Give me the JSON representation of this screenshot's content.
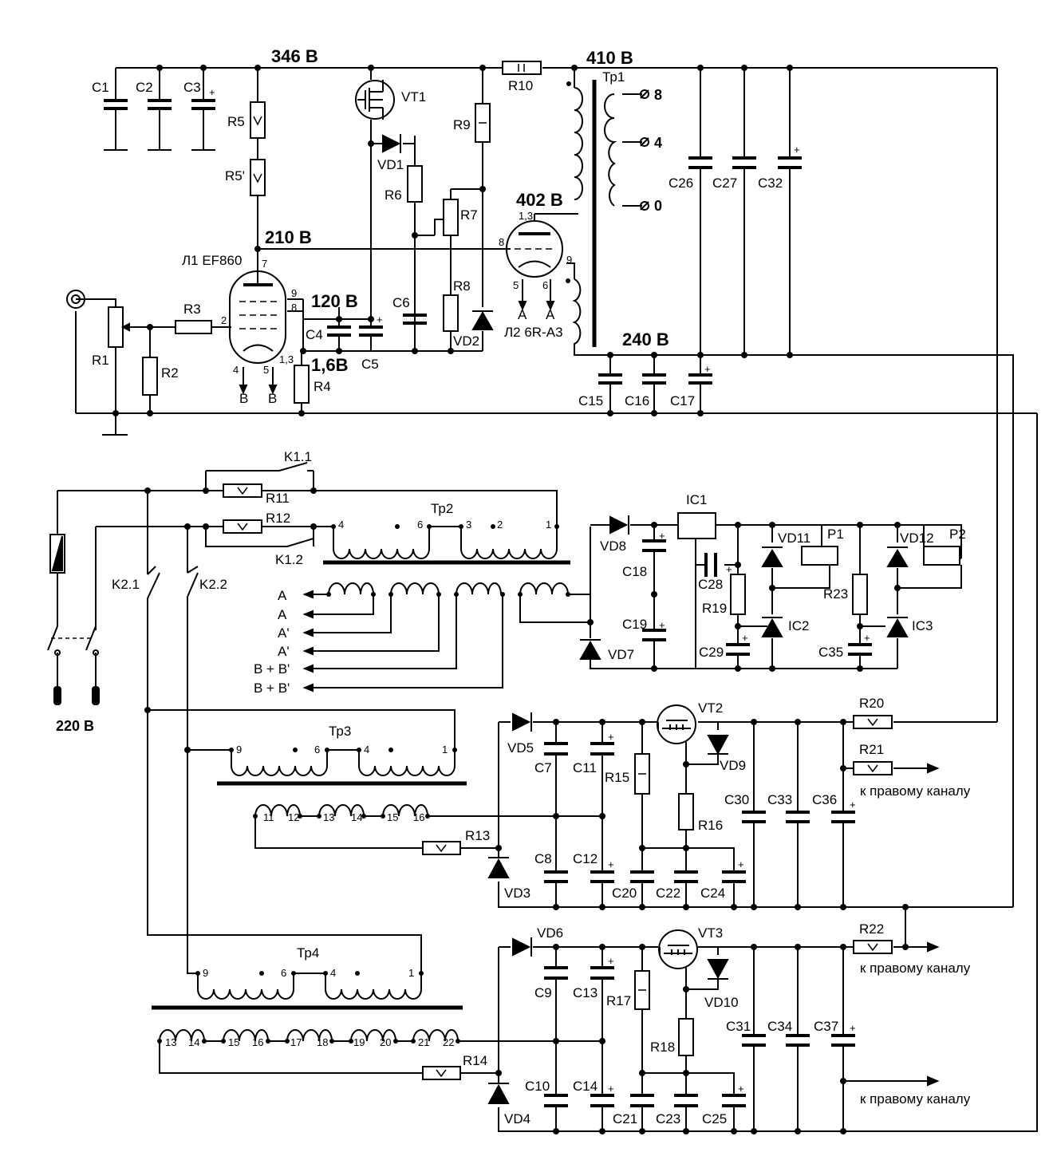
{
  "voltages": {
    "v346": "346 В",
    "v410": "410 В",
    "v210": "210 В",
    "v402": "402 В",
    "v120": "120 В",
    "v240": "240 В",
    "v1_6": "1,6В",
    "v220": "220 В"
  },
  "tubes": {
    "l1": "Л1 EF860",
    "l2": "Л2 6R-A3"
  },
  "transformers": {
    "tr1": "Тр1",
    "tr2": "Тр2",
    "tr3": "Тр3",
    "tr4": "Тр4"
  },
  "ic": {
    "ic1": "IC1",
    "ic2": "IC2",
    "ic3": "IC3"
  },
  "relays": {
    "p1": "P1",
    "p2": "P2",
    "k11": "K1.1",
    "k12": "K1.2",
    "k21": "K2.1",
    "k22": "K2.2"
  },
  "transistors": {
    "vt1": "VT1",
    "vt2": "VT2",
    "vt3": "VT3"
  },
  "resistors": {
    "r1": "R1",
    "r2": "R2",
    "r3": "R3",
    "r4": "R4",
    "r5": "R5",
    "r5p": "R5'",
    "r6": "R6",
    "r7": "R7",
    "r8": "R8",
    "r9": "R9",
    "r10": "R10",
    "r11": "R11",
    "r12": "R12",
    "r13": "R13",
    "r14": "R14",
    "r15": "R15",
    "r16": "R16",
    "r17": "R17",
    "r18": "R18",
    "r19": "R19",
    "r20": "R20",
    "r21": "R21",
    "r22": "R22",
    "r23": "R23"
  },
  "capacitors": {
    "c1": "C1",
    "c2": "C2",
    "c3": "C3",
    "c4": "C4",
    "c5": "C5",
    "c6": "C6",
    "c7": "C7",
    "c8": "C8",
    "c9": "C9",
    "c10": "C10",
    "c11": "C11",
    "c12": "C12",
    "c13": "C13",
    "c14": "C14",
    "c15": "C15",
    "c16": "C16",
    "c17": "C17",
    "c18": "C18",
    "c19": "C19",
    "c20": "C20",
    "c21": "C21",
    "c22": "C22",
    "c23": "C23",
    "c24": "C24",
    "c25": "C25",
    "c26": "C26",
    "c27": "C27",
    "c28": "C28",
    "c29": "C29",
    "c30": "C30",
    "c31": "C31",
    "c32": "C32",
    "c33": "C33",
    "c34": "C34",
    "c35": "C35",
    "c36": "C36",
    "c37": "C37"
  },
  "diodes": {
    "vd1": "VD1",
    "vd2": "VD2",
    "vd3": "VD3",
    "vd4": "VD4",
    "vd5": "VD5",
    "vd6": "VD6",
    "vd7": "VD7",
    "vd8": "VD8",
    "vd9": "VD9",
    "vd10": "VD10",
    "vd11": "VD11",
    "vd12": "VD12"
  },
  "pins": {
    "p1": "1",
    "p2": "2",
    "p3": "3",
    "p4": "4",
    "p5": "5",
    "p6": "6",
    "p7": "7",
    "p8": "8",
    "p9": "9",
    "p11": "11",
    "p12": "12",
    "p13": "13",
    "p14": "14",
    "p15": "15",
    "p16": "16",
    "p17": "17",
    "p18": "18",
    "p19": "19",
    "p20": "20",
    "p21": "21",
    "p22": "22",
    "p13pin": "1,3",
    "p0": "0"
  },
  "heater_labels": {
    "a": "A",
    "ap": "A'",
    "b": "B",
    "bbp": "B + B'"
  },
  "outputs": {
    "right_channel": "к правому каналу"
  },
  "plus": "+"
}
